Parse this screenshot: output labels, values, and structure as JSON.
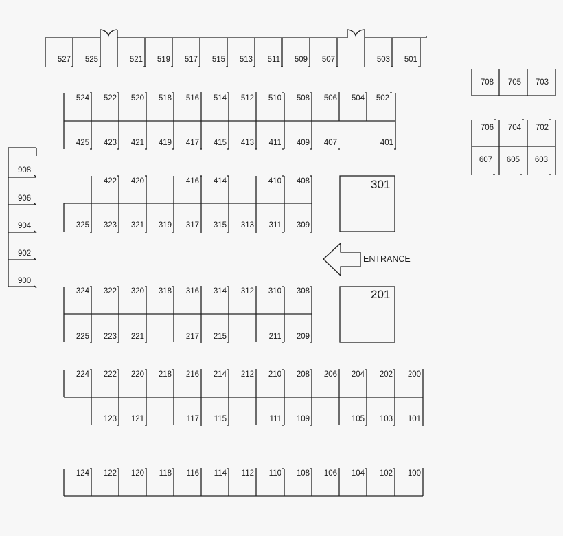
{
  "units": [
    "527",
    "525",
    "521",
    "519",
    "517",
    "515",
    "513",
    "511",
    "509",
    "507",
    "503",
    "501",
    "524",
    "522",
    "520",
    "518",
    "516",
    "514",
    "512",
    "510",
    "508",
    "506",
    "504",
    "502",
    "425",
    "423",
    "421",
    "419",
    "417",
    "415",
    "413",
    "411",
    "409",
    "407",
    "401",
    "422",
    "420",
    "416",
    "414",
    "410",
    "408",
    "325",
    "323",
    "321",
    "319",
    "317",
    "315",
    "313",
    "311",
    "309",
    "324",
    "322",
    "320",
    "318",
    "316",
    "314",
    "312",
    "310",
    "308",
    "225",
    "223",
    "221",
    "217",
    "215",
    "211",
    "209",
    "224",
    "222",
    "220",
    "218",
    "216",
    "214",
    "212",
    "210",
    "208",
    "206",
    "204",
    "202",
    "200",
    "123",
    "121",
    "117",
    "115",
    "111",
    "109",
    "105",
    "103",
    "101",
    "124",
    "122",
    "120",
    "118",
    "116",
    "114",
    "112",
    "110",
    "108",
    "106",
    "104",
    "102",
    "100",
    "708",
    "705",
    "703",
    "706",
    "704",
    "702",
    "607",
    "605",
    "603",
    "908",
    "906",
    "904",
    "902",
    "900"
  ],
  "large_units": [
    "301",
    "201"
  ],
  "entrance_label": "ENTRANCE"
}
